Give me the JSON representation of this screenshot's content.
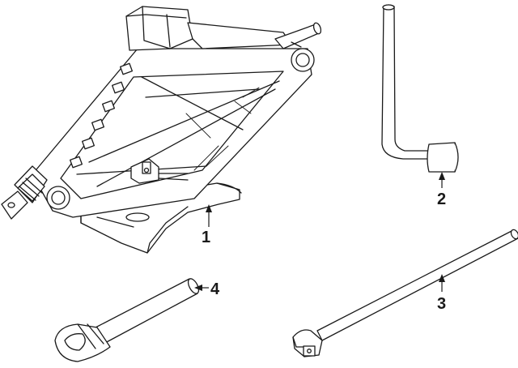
{
  "callouts": [
    {
      "id": "1",
      "label": "1",
      "part": "jack"
    },
    {
      "id": "2",
      "label": "2",
      "part": "lug-wrench"
    },
    {
      "id": "3",
      "label": "3",
      "part": "extension-handle"
    },
    {
      "id": "4",
      "label": "4",
      "part": "jack-handle"
    }
  ],
  "colors": {
    "line": "#1a1a1a",
    "background": "#ffffff"
  }
}
